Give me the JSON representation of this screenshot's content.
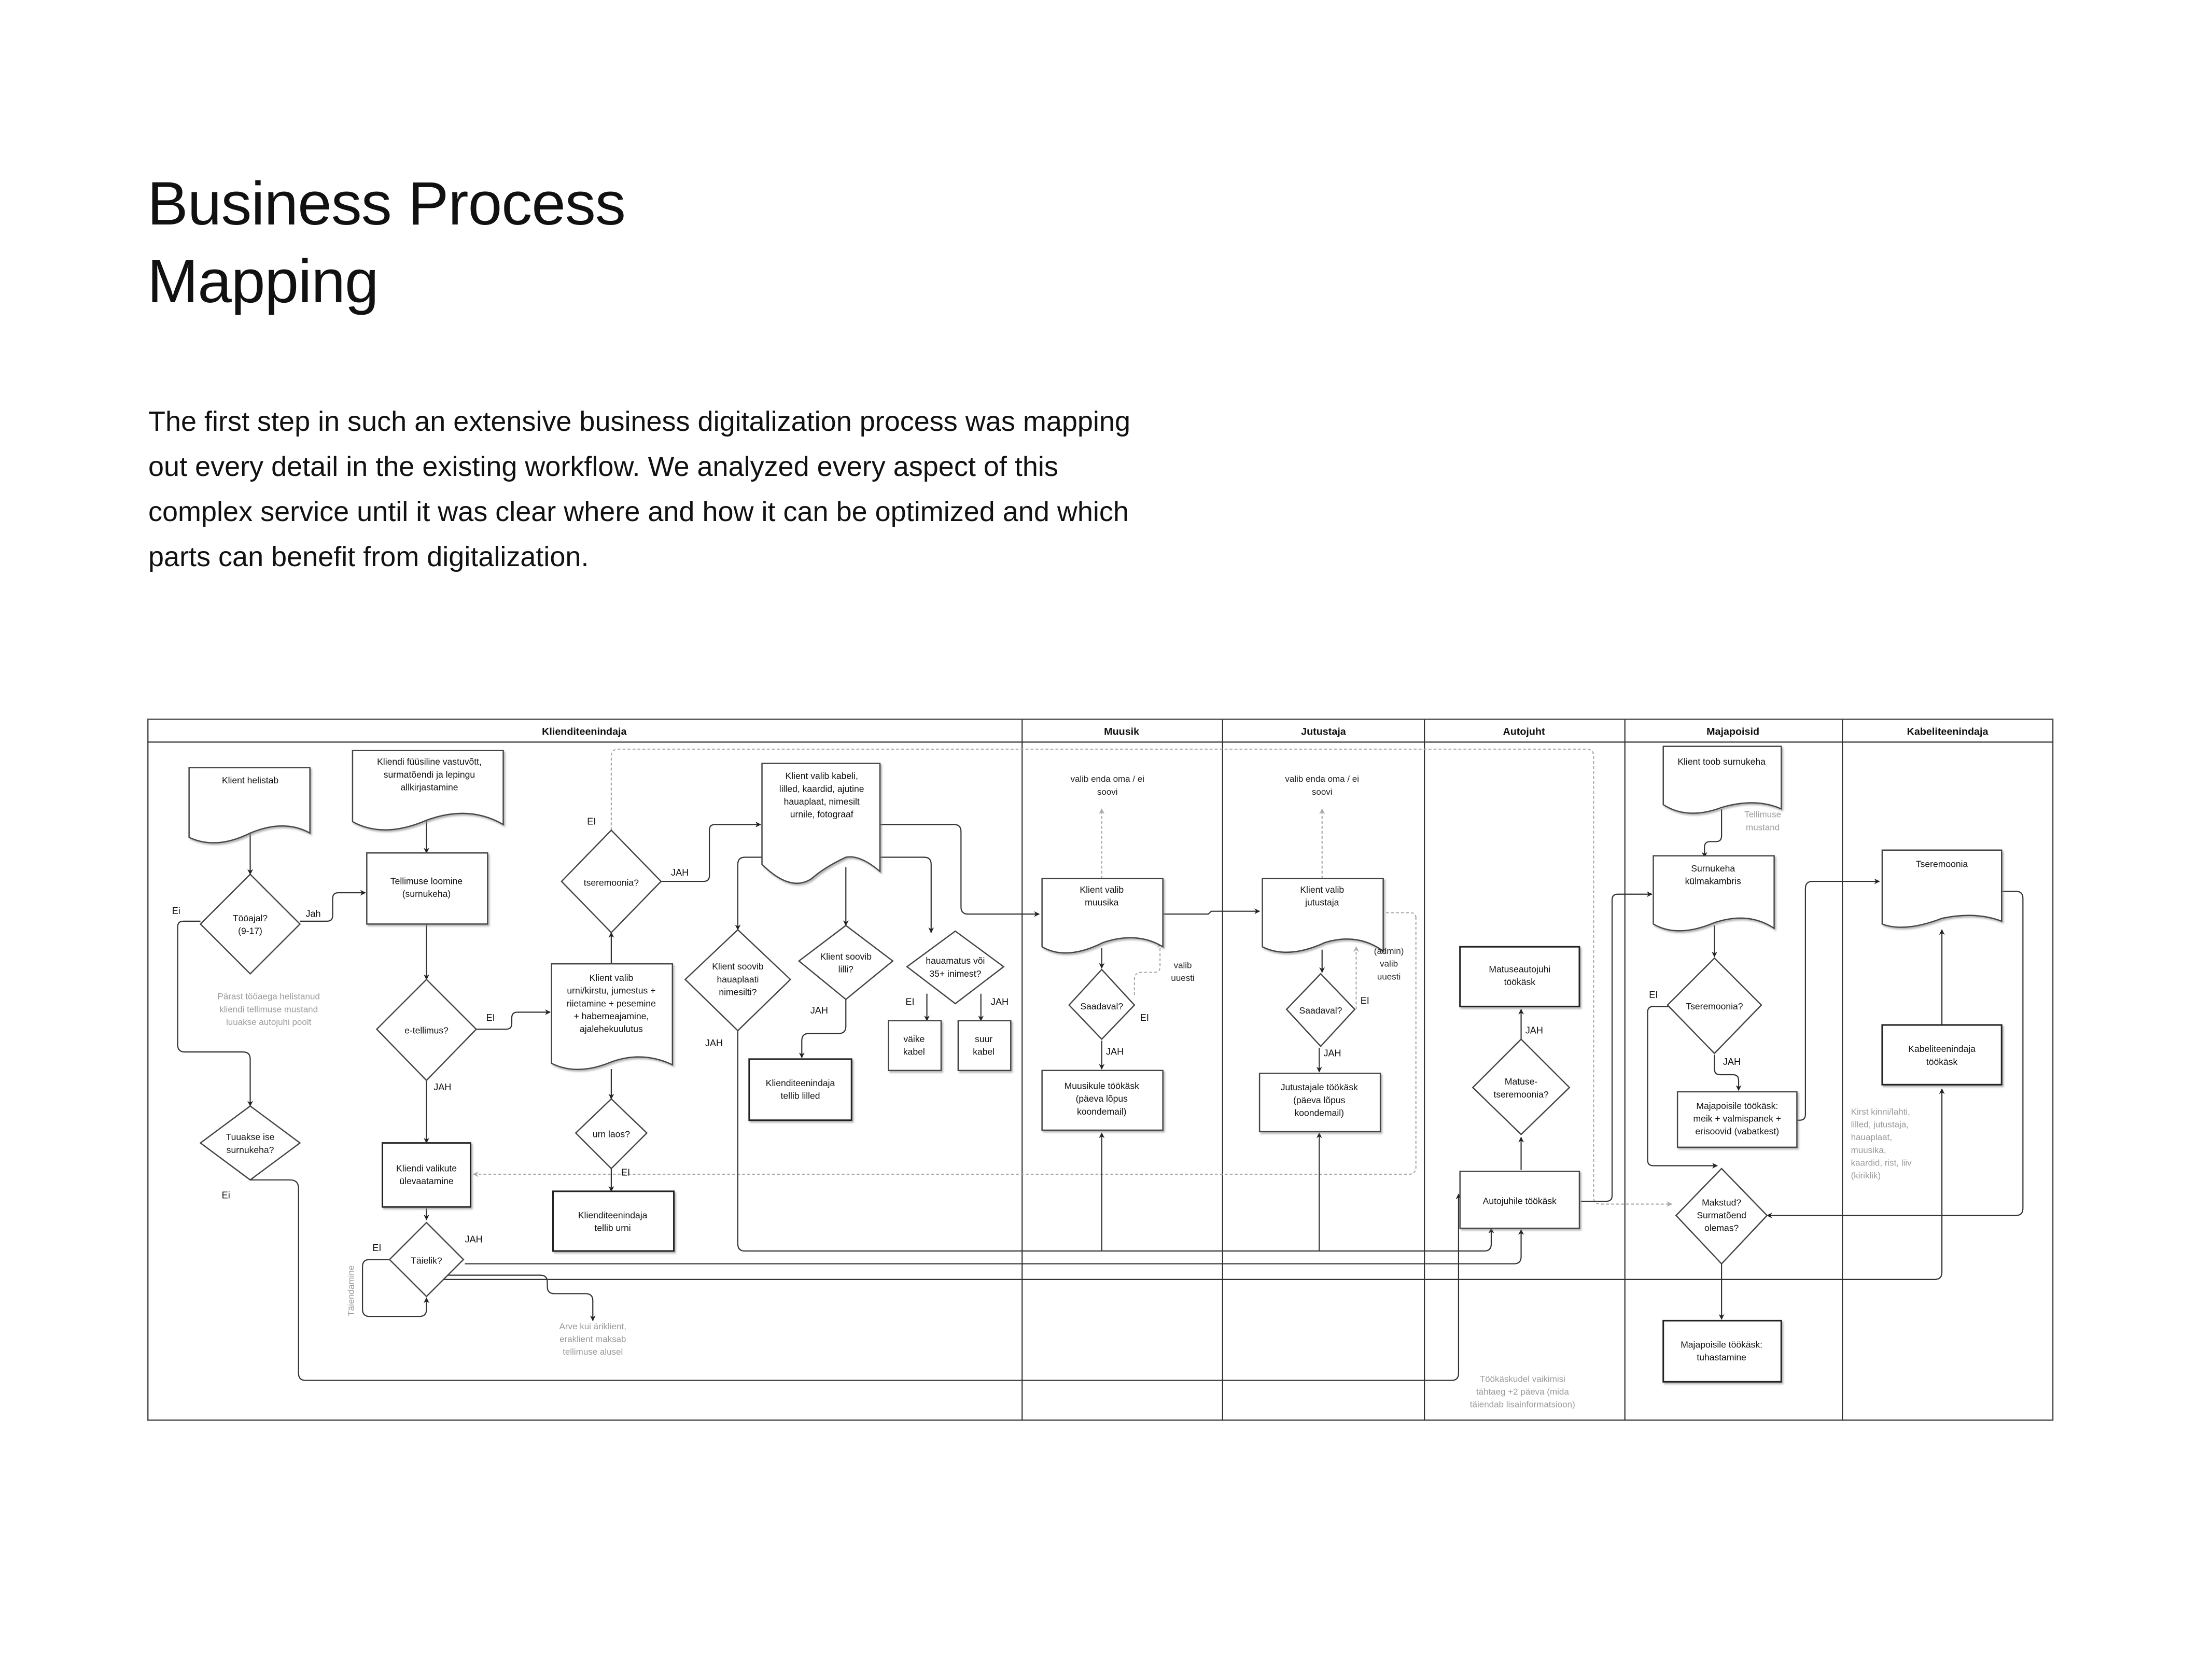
{
  "page": {
    "title_lines": [
      "Business Process",
      "Mapping"
    ],
    "intro_lines": [
      "The first step in such an extensive business digitalization process was mapping",
      "out every detail in the existing workflow. We analyzed every aspect of this",
      "complex service until it was clear where and how it can be optimized and which",
      "parts can benefit from digitalization."
    ]
  },
  "diagram": {
    "lanes": [
      "Klienditeenindaja",
      "Muusik",
      "Jutustaja",
      "Autojuht",
      "Majapoisid",
      "Kabeliteenindaja"
    ],
    "nodes": {
      "klient_helistab": [
        "Klient helistab"
      ],
      "fyysiline_vastuvott": [
        "Kliendi füüsiline vastuvõtt,",
        "surmatõendi ja lepingu",
        "allkirjastamine"
      ],
      "tooajal": [
        "Tööajal?",
        "(9-17)"
      ],
      "tellimuse_loomine": [
        "Tellimuse loomine",
        "(surnukeha)"
      ],
      "e_tellimus": [
        "e-tellimus?"
      ],
      "klient_valib_urni": [
        "Klient valib",
        "urni/kirstu, jumestus +",
        "riietamine + pesemine",
        "+ habemeajamine,",
        "ajalehekuulutus"
      ],
      "tseremoonia_q": [
        "tseremoonia?"
      ],
      "klient_valib_kabeli": [
        "Klient valib kabeli,",
        "lilled, kaardid, ajutine",
        "hauaplaat, nimesilt",
        "urnile, fotograaf"
      ],
      "hauaplaat_q": [
        "Klient soovib",
        "hauaplaati",
        "nimesilti?"
      ],
      "lilli_q": [
        "Klient soovib",
        "lilli?"
      ],
      "hauamatus_q": [
        "hauamatus või",
        "35+ inimest?"
      ],
      "vaike_kabel": [
        "väike",
        "kabel"
      ],
      "suur_kabel": [
        "suur",
        "kabel"
      ],
      "tellib_lilled": [
        "Klienditeenindaja",
        "tellib lilled"
      ],
      "urn_laos_q": [
        "urn laos?"
      ],
      "tellib_urni": [
        "Klienditeenindaja",
        "tellib urni"
      ],
      "tuuakse_ise_q": [
        "Tuuakse ise",
        "surnukeha?"
      ],
      "valikute_ulevaatamine": [
        "Kliendi valikute",
        "ülevaatamine"
      ],
      "taielik_q": [
        "Täielik?"
      ],
      "klient_valib_muusika": [
        "Klient valib",
        "muusika"
      ],
      "muusik_saadaval_q": [
        "Saadaval?"
      ],
      "muusikule_tookask": [
        "Muusikule töökäsk",
        "(päeva lõpus",
        "koondemail)"
      ],
      "klient_valib_jutustaja": [
        "Klient valib",
        "jutustaja"
      ],
      "jutustaja_saadaval_q": [
        "Saadaval?"
      ],
      "jutustajale_tookask": [
        "Jutustajale töökäsk",
        "(päeva lõpus",
        "koondemail)"
      ],
      "matuseautojuhi_tookask": [
        "Matuseautojuhi",
        "töökäsk"
      ],
      "matusetseremoonia_q": [
        "Matuse-",
        "tseremoonia?"
      ],
      "autojuhile_tookask": [
        "Autojuhile töökäsk"
      ],
      "klient_toob_surnukeha": [
        "Klient toob surnukeha"
      ],
      "surnukeha_kylmakambris": [
        "Surnukeha",
        "külmakambris"
      ],
      "majapoisid_tseremoonia_q": [
        "Tseremoonia?"
      ],
      "majapoisile_tookask_meik": [
        "Majapoisile töökäsk:",
        "meik + valmispanek +",
        "erisoovid (vabatkest)"
      ],
      "makstud_q": [
        "Makstud?",
        "Surmatõend",
        "olemas?"
      ],
      "majapoisile_tookask_tuhastamine": [
        "Majapoisile töökäsk:",
        "tuhastamine"
      ],
      "tseremoonia_doc": [
        "Tseremoonia"
      ],
      "kabeliteenindaja_tookask": [
        "Kabeliteenindaja",
        "töökäsk"
      ]
    },
    "edge_labels": {
      "jah": "Jah",
      "ei": "Ei",
      "JAH": "JAH",
      "EI": "EI"
    },
    "notes": {
      "parast_tooaega": [
        "Pärast tööaega helistanud",
        "kliendi tellimuse mustand",
        "luuakse autojuhi poolt"
      ],
      "arve": [
        "Arve kui äriklient,",
        "eraklient maksab",
        "tellimuse alusel"
      ],
      "taiendamine": "Täiendamine",
      "muusik_valib_enda": [
        "valib enda oma / ei",
        "soovi"
      ],
      "muusik_valib_uuesti": [
        "valib",
        "uuesti"
      ],
      "jutustaja_valib_enda": [
        "valib enda oma / ei",
        "soovi"
      ],
      "jutustaja_admin_valib": [
        "(admin)",
        "valib",
        "uuesti"
      ],
      "tellimuse_mustand": [
        "Tellimuse",
        "mustand"
      ],
      "tookaskudel": [
        "Töökäskudel vaikimisi",
        "tähtaeg +2 päeva (mida",
        "täiendab lisainformatsioon)"
      ],
      "kirst_kinni": [
        "Kirst kinni/lahti,",
        "lilled, jutustaja,",
        "hauaplaat,",
        "muusika,",
        "kaardid, rist, liiv",
        "(kiriklik)"
      ]
    },
    "colors": {
      "stroke": "#333333",
      "note_text": "#9a9a9a",
      "dashed": "#aaaaaa"
    }
  }
}
